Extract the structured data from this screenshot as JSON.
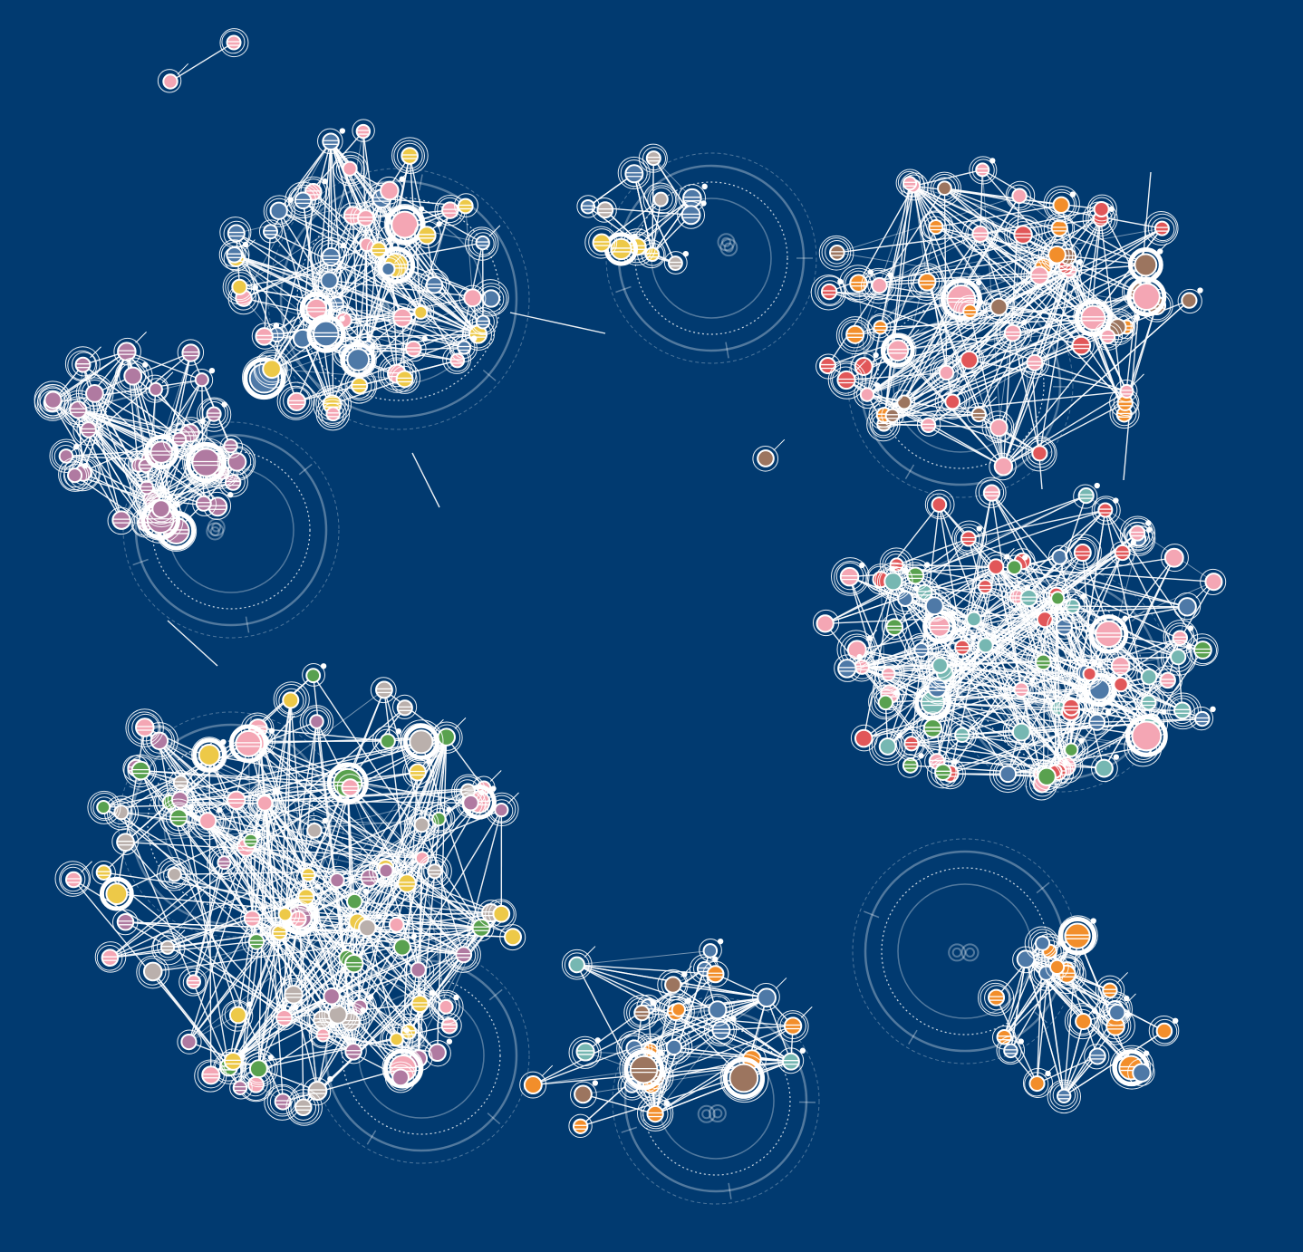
{
  "background_color": "#013A70",
  "edge_color": "#FFFFFF",
  "palette": {
    "pink": "#F4A6B4",
    "blue": "#4E79A7",
    "yellow": "#EDC948",
    "purple": "#B07AA1",
    "brown": "#9C755F",
    "red": "#E15759",
    "orange": "#F28E2B",
    "teal": "#76B7B2",
    "green": "#59A14F",
    "gray": "#BAB0AC"
  },
  "clusters": [
    {
      "name": "cluster-pink-blue",
      "colors": [
        "pink",
        "blue",
        "yellow"
      ]
    },
    {
      "name": "cluster-purple",
      "colors": [
        "purple"
      ]
    },
    {
      "name": "cluster-gray-blue",
      "colors": [
        "blue",
        "gray",
        "yellow"
      ]
    },
    {
      "name": "cluster-brown-red-orange",
      "colors": [
        "brown",
        "red",
        "orange",
        "pink"
      ]
    },
    {
      "name": "cluster-red-teal-green",
      "colors": [
        "red",
        "teal",
        "green",
        "pink",
        "blue"
      ]
    },
    {
      "name": "cluster-yellow-gray-green",
      "colors": [
        "yellow",
        "gray",
        "green",
        "purple",
        "pink"
      ]
    },
    {
      "name": "cluster-teal-orange-brown",
      "colors": [
        "teal",
        "orange",
        "brown",
        "blue"
      ]
    },
    {
      "name": "cluster-orange",
      "colors": [
        "orange",
        "blue"
      ]
    },
    {
      "name": "cluster-pink-pair",
      "colors": [
        "pink"
      ]
    },
    {
      "name": "isolated-brown-node",
      "colors": [
        "brown"
      ]
    }
  ]
}
